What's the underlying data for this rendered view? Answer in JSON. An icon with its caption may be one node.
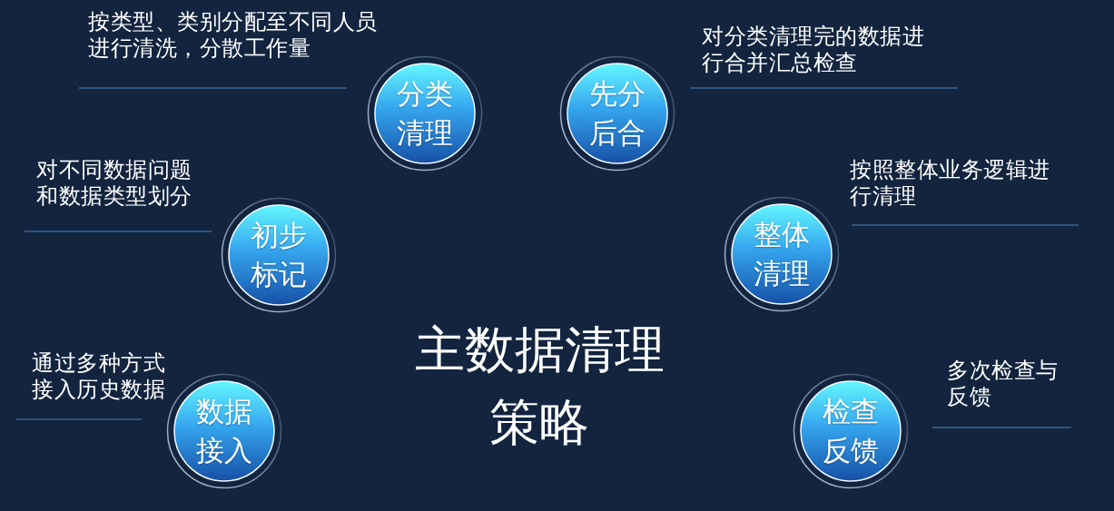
{
  "diagram": {
    "title": "主数据清理策略",
    "nodes": [
      {
        "text": [
          "数据接入"
        ],
        "beside": [
          "通过多种方式接入历史数据"
        ]
      },
      {
        "text": [
          "初步标记"
        ],
        "beside": [
          "对不同数据问题和数据类型划分"
        ]
      },
      {
        "text": [
          "分类清理"
        ],
        "beside": [
          "按类型、类别分配至不同人员进行清洗，分散工作量"
        ]
      },
      {
        "text": [
          "先分后合"
        ],
        "beside": [
          "对分类清理完的数据进行合并汇总检查"
        ]
      },
      {
        "text": [
          "整体清理"
        ],
        "beside": [
          "按照整体业务逻辑进行清理"
        ]
      },
      {
        "text": [
          "检查反馈"
        ],
        "beside": [
          "多次检查与反馈"
        ]
      }
    ]
  }
}
